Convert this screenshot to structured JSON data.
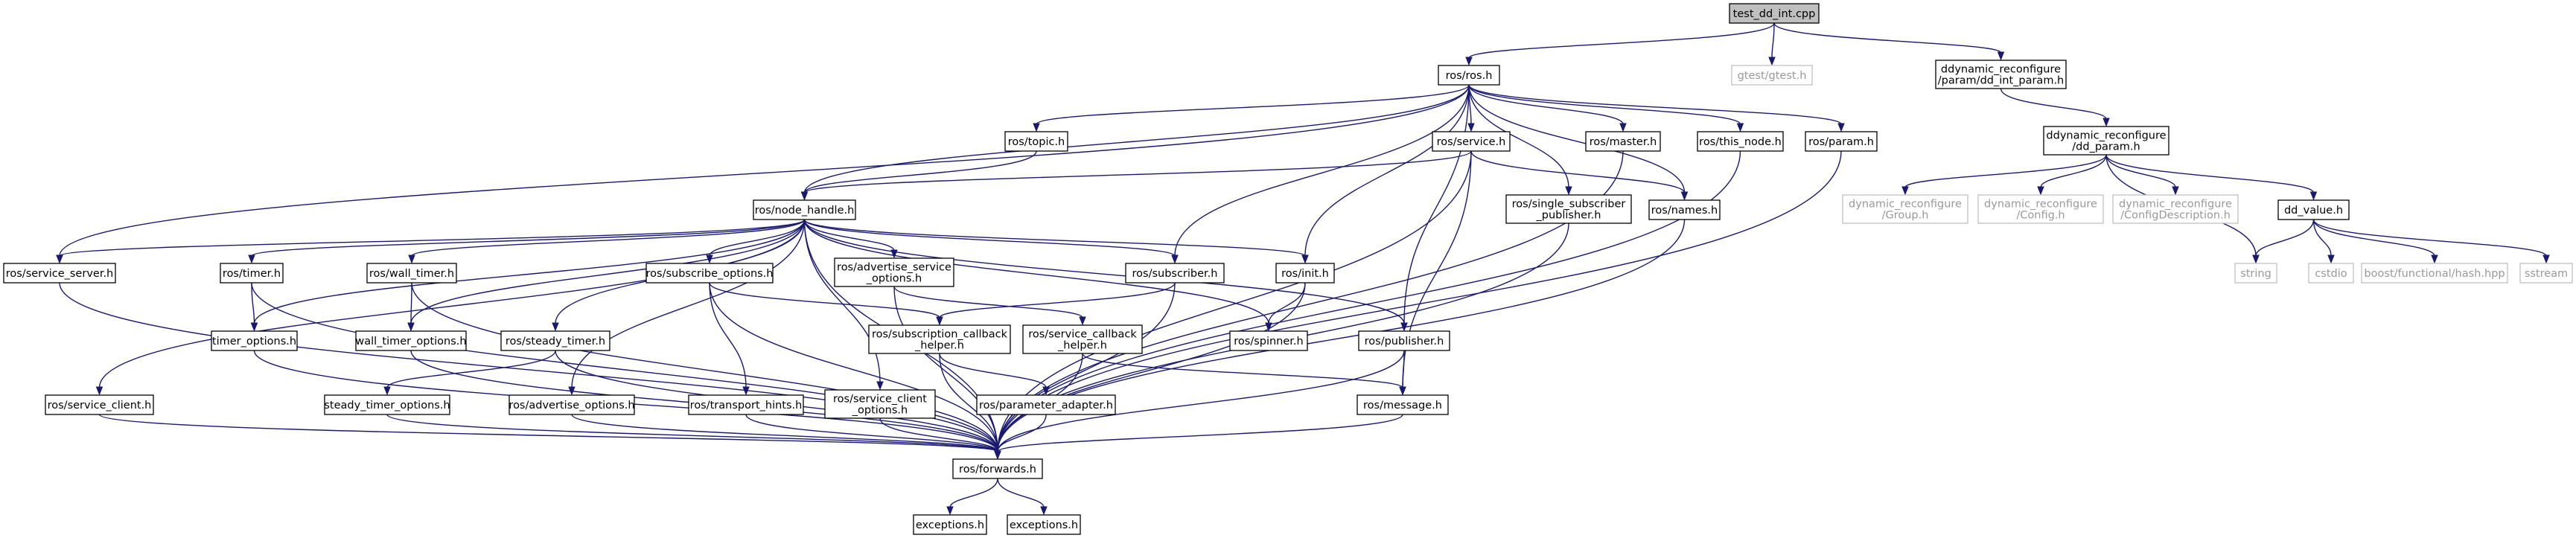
{
  "diagram": {
    "nodes": [
      {
        "id": "test_dd_int",
        "lines": [
          "test_dd_int.cpp"
        ],
        "style": "root"
      },
      {
        "id": "ros_ros",
        "lines": [
          "ros/ros.h"
        ]
      },
      {
        "id": "gtest",
        "lines": [
          "gtest/gtest.h"
        ],
        "style": "external"
      },
      {
        "id": "dd_int_param",
        "lines": [
          "ddynamic_reconfigure",
          "/param/dd_int_param.h"
        ]
      },
      {
        "id": "dd_param",
        "lines": [
          "ddynamic_reconfigure",
          "/dd_param.h"
        ]
      },
      {
        "id": "ros_topic",
        "lines": [
          "ros/topic.h"
        ]
      },
      {
        "id": "ros_service",
        "lines": [
          "ros/service.h"
        ]
      },
      {
        "id": "ros_master",
        "lines": [
          "ros/master.h"
        ]
      },
      {
        "id": "ros_this_node",
        "lines": [
          "ros/this_node.h"
        ]
      },
      {
        "id": "ros_param",
        "lines": [
          "ros/param.h"
        ]
      },
      {
        "id": "ros_node_handle",
        "lines": [
          "ros/node_handle.h"
        ]
      },
      {
        "id": "ros_single_subscriber_publisher",
        "lines": [
          "ros/single_subscriber",
          "_publisher.h"
        ]
      },
      {
        "id": "ros_names",
        "lines": [
          "ros/names.h"
        ]
      },
      {
        "id": "dr_group",
        "lines": [
          "dynamic_reconfigure",
          "/Group.h"
        ],
        "style": "external"
      },
      {
        "id": "dr_config",
        "lines": [
          "dynamic_reconfigure",
          "/Config.h"
        ],
        "style": "external"
      },
      {
        "id": "dr_configdescription",
        "lines": [
          "dynamic_reconfigure",
          "/ConfigDescription.h"
        ],
        "style": "external"
      },
      {
        "id": "dd_value",
        "lines": [
          "dd_value.h"
        ]
      },
      {
        "id": "ros_service_server",
        "lines": [
          "ros/service_server.h"
        ]
      },
      {
        "id": "ros_timer",
        "lines": [
          "ros/timer.h"
        ]
      },
      {
        "id": "ros_wall_timer",
        "lines": [
          "ros/wall_timer.h"
        ]
      },
      {
        "id": "ros_subscribe_options",
        "lines": [
          "ros/subscribe_options.h"
        ]
      },
      {
        "id": "ros_advertise_service_options",
        "lines": [
          "ros/advertise_service",
          "_options.h"
        ]
      },
      {
        "id": "ros_subscriber",
        "lines": [
          "ros/subscriber.h"
        ]
      },
      {
        "id": "ros_init",
        "lines": [
          "ros/init.h"
        ]
      },
      {
        "id": "string",
        "lines": [
          "string"
        ],
        "style": "external"
      },
      {
        "id": "cstdio",
        "lines": [
          "cstdio"
        ],
        "style": "external"
      },
      {
        "id": "boost_hash",
        "lines": [
          "boost/functional/hash.hpp"
        ],
        "style": "external"
      },
      {
        "id": "sstream",
        "lines": [
          "sstream"
        ],
        "style": "external"
      },
      {
        "id": "timer_options",
        "lines": [
          "timer_options.h"
        ]
      },
      {
        "id": "wall_timer_options",
        "lines": [
          "wall_timer_options.h"
        ]
      },
      {
        "id": "ros_steady_timer",
        "lines": [
          "ros/steady_timer.h"
        ]
      },
      {
        "id": "ros_subscription_callback_helper",
        "lines": [
          "ros/subscription_callback",
          "_helper.h"
        ]
      },
      {
        "id": "ros_service_callback_helper",
        "lines": [
          "ros/service_callback",
          "_helper.h"
        ]
      },
      {
        "id": "ros_spinner",
        "lines": [
          "ros/spinner.h"
        ]
      },
      {
        "id": "ros_publisher",
        "lines": [
          "ros/publisher.h"
        ]
      },
      {
        "id": "ros_service_client",
        "lines": [
          "ros/service_client.h"
        ]
      },
      {
        "id": "steady_timer_options",
        "lines": [
          "steady_timer_options.h"
        ]
      },
      {
        "id": "ros_advertise_options",
        "lines": [
          "ros/advertise_options.h"
        ]
      },
      {
        "id": "ros_transport_hints",
        "lines": [
          "ros/transport_hints.h"
        ]
      },
      {
        "id": "ros_service_client_options",
        "lines": [
          "ros/service_client",
          "_options.h"
        ]
      },
      {
        "id": "ros_parameter_adapter",
        "lines": [
          "ros/parameter_adapter.h"
        ]
      },
      {
        "id": "ros_message",
        "lines": [
          "ros/message.h"
        ]
      },
      {
        "id": "ros_forwards",
        "lines": [
          "ros/forwards.h"
        ]
      },
      {
        "id": "exceptions_1",
        "lines": [
          "exceptions.h"
        ]
      },
      {
        "id": "exceptions_2",
        "lines": [
          "exceptions.h"
        ]
      }
    ],
    "edges": [
      [
        "test_dd_int",
        "ros_ros"
      ],
      [
        "test_dd_int",
        "gtest"
      ],
      [
        "test_dd_int",
        "dd_int_param"
      ],
      [
        "dd_int_param",
        "dd_param"
      ],
      [
        "dd_param",
        "dr_group"
      ],
      [
        "dd_param",
        "dr_config"
      ],
      [
        "dd_param",
        "dr_configdescription"
      ],
      [
        "dd_param",
        "dd_value"
      ],
      [
        "dd_param",
        "string"
      ],
      [
        "dd_value",
        "string"
      ],
      [
        "dd_value",
        "cstdio"
      ],
      [
        "dd_value",
        "boost_hash"
      ],
      [
        "dd_value",
        "sstream"
      ],
      [
        "ros_ros",
        "ros_topic"
      ],
      [
        "ros_ros",
        "ros_service"
      ],
      [
        "ros_ros",
        "ros_master"
      ],
      [
        "ros_ros",
        "ros_this_node"
      ],
      [
        "ros_ros",
        "ros_param"
      ],
      [
        "ros_ros",
        "ros_node_handle"
      ],
      [
        "ros_ros",
        "ros_single_subscriber_publisher"
      ],
      [
        "ros_ros",
        "ros_names"
      ],
      [
        "ros_ros",
        "ros_service_server"
      ],
      [
        "ros_ros",
        "ros_subscriber"
      ],
      [
        "ros_ros",
        "ros_init"
      ],
      [
        "ros_ros",
        "ros_publisher"
      ],
      [
        "ros_topic",
        "ros_node_handle"
      ],
      [
        "ros_service",
        "ros_node_handle"
      ],
      [
        "ros_service",
        "ros_names"
      ],
      [
        "ros_service",
        "ros_message"
      ],
      [
        "ros_service",
        "ros_forwards"
      ],
      [
        "ros_master",
        "ros_forwards"
      ],
      [
        "ros_this_node",
        "ros_forwards"
      ],
      [
        "ros_param",
        "ros_forwards"
      ],
      [
        "ros_single_subscriber_publisher",
        "ros_forwards"
      ],
      [
        "ros_names",
        "ros_forwards"
      ],
      [
        "ros_node_handle",
        "ros_service_server"
      ],
      [
        "ros_node_handle",
        "ros_timer"
      ],
      [
        "ros_node_handle",
        "ros_wall_timer"
      ],
      [
        "ros_node_handle",
        "ros_subscribe_options"
      ],
      [
        "ros_node_handle",
        "ros_advertise_service_options"
      ],
      [
        "ros_node_handle",
        "ros_subscriber"
      ],
      [
        "ros_node_handle",
        "ros_init"
      ],
      [
        "ros_node_handle",
        "ros_service_client"
      ],
      [
        "ros_node_handle",
        "timer_options"
      ],
      [
        "ros_node_handle",
        "wall_timer_options"
      ],
      [
        "ros_node_handle",
        "ros_steady_timer"
      ],
      [
        "ros_node_handle",
        "ros_advertise_options"
      ],
      [
        "ros_node_handle",
        "ros_service_client_options"
      ],
      [
        "ros_node_handle",
        "ros_spinner"
      ],
      [
        "ros_node_handle",
        "ros_publisher"
      ],
      [
        "ros_node_handle",
        "ros_forwards"
      ],
      [
        "ros_service_server",
        "ros_forwards"
      ],
      [
        "ros_timer",
        "timer_options"
      ],
      [
        "ros_timer",
        "ros_forwards"
      ],
      [
        "ros_wall_timer",
        "wall_timer_options"
      ],
      [
        "ros_wall_timer",
        "ros_forwards"
      ],
      [
        "ros_subscribe_options",
        "ros_subscription_callback_helper"
      ],
      [
        "ros_subscribe_options",
        "ros_transport_hints"
      ],
      [
        "ros_subscribe_options",
        "ros_forwards"
      ],
      [
        "ros_advertise_service_options",
        "ros_service_callback_helper"
      ],
      [
        "ros_advertise_service_options",
        "ros_forwards"
      ],
      [
        "ros_subscriber",
        "ros_subscription_callback_helper"
      ],
      [
        "ros_subscriber",
        "ros_forwards"
      ],
      [
        "ros_init",
        "ros_spinner"
      ],
      [
        "ros_init",
        "ros_forwards"
      ],
      [
        "timer_options",
        "ros_forwards"
      ],
      [
        "wall_timer_options",
        "ros_forwards"
      ],
      [
        "ros_steady_timer",
        "steady_timer_options"
      ],
      [
        "ros_steady_timer",
        "ros_forwards"
      ],
      [
        "ros_subscription_callback_helper",
        "ros_parameter_adapter"
      ],
      [
        "ros_subscription_callback_helper",
        "ros_forwards"
      ],
      [
        "ros_service_callback_helper",
        "ros_message"
      ],
      [
        "ros_service_callback_helper",
        "ros_forwards"
      ],
      [
        "ros_publisher",
        "ros_message"
      ],
      [
        "ros_publisher",
        "ros_forwards"
      ],
      [
        "ros_service_client",
        "ros_forwards"
      ],
      [
        "steady_timer_options",
        "ros_forwards"
      ],
      [
        "ros_advertise_options",
        "ros_forwards"
      ],
      [
        "ros_transport_hints",
        "ros_forwards"
      ],
      [
        "ros_service_client_options",
        "ros_forwards"
      ],
      [
        "ros_parameter_adapter",
        "ros_forwards"
      ],
      [
        "ros_message",
        "ros_forwards"
      ],
      [
        "ros_forwards",
        "exceptions_1"
      ],
      [
        "ros_forwards",
        "exceptions_2"
      ]
    ]
  }
}
